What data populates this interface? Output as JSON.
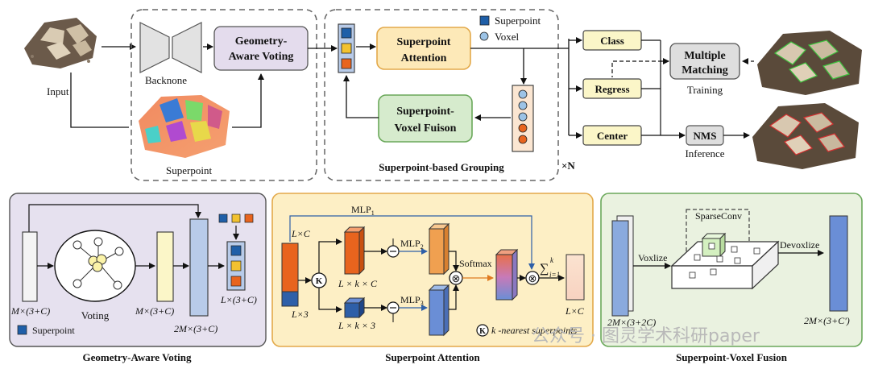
{
  "top": {
    "input_label": "Input",
    "backbone_label": "Backnone",
    "gav_line1": "Geometry-",
    "gav_line2": "Aware Voting",
    "superpoint_label": "Superpoint",
    "legend_superpoint": "Superpoint",
    "legend_voxel": "Voxel",
    "spa_line1": "Superpoint",
    "spa_line2": "Attention",
    "svf_line1": "Superpoint-",
    "svf_line2": "Voxel Fuison",
    "grouping_title": "Superpoint-based Grouping",
    "repeat_label": "×N",
    "class_label": "Class",
    "regress_label": "Regress",
    "center_label": "Center",
    "mm_line1": "Multiple",
    "mm_line2": "Matching",
    "training_label": "Training",
    "nms_label": "NMS",
    "inference_label": "Inference"
  },
  "panel_gav": {
    "title": "Geometry-Aware Voting",
    "in_dim": "M×(3+C)",
    "voting_label": "Voting",
    "mid_dim": "M×(3+C)",
    "concat_dim": "2M×(3+C)",
    "out_dim": "L×(3+C)",
    "legend_superpoint": "Superpoint"
  },
  "panel_spa": {
    "title": "Superpoint  Attention",
    "lc_label": "L×C",
    "l3_label": "L×3",
    "knn_symbol": "K",
    "mlp1": "MLP",
    "mlp1_sub": "1",
    "mlp2": "MLP",
    "mlp2_sub": "2",
    "mlp3": "MLP",
    "mlp3_sub": "3",
    "lkc": "L × k × C",
    "lk3": "L × k × 3",
    "softmax": "Softmax",
    "sum_sup": "k",
    "sum_sub": "i=1",
    "out_lc": "L×C",
    "knn_legend": "k -nearest superpoints"
  },
  "panel_svf": {
    "title": "Superpoint-Voxel Fusion",
    "sparseconv": "SparseConv",
    "voxlize": "Voxlize",
    "devoxlize": "Devoxlize",
    "in_dim": "2M×(3+2C)",
    "out_dim": "2M×(3+C')"
  },
  "watermark": "公众号 · 图灵学术科研paper",
  "colors": {
    "superpoint_blue": "#1f5fa8",
    "voxel_fill": "#9cc3e6",
    "orange": "#f0a050",
    "attention_fill": "#fde9b8",
    "fusion_fill": "#d6ebcd",
    "voting_fill": "#e4dced",
    "class_fill": "#fbf6c8",
    "gav_panel": "#e6e1ef",
    "spa_panel": "#fdefc5",
    "svf_panel": "#eaf2e0",
    "blue_column": "#b8cbe9",
    "red_pred": "#d23030",
    "green_pred": "#3cc23c"
  }
}
